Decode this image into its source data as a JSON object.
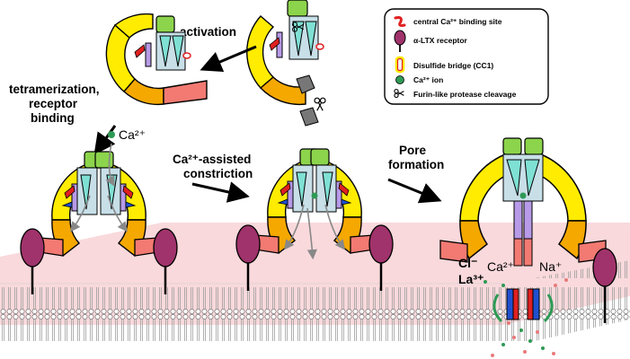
{
  "legend": {
    "items": [
      {
        "icon": "ca-binding-site-icon",
        "label": "central Ca²⁺ binding site"
      },
      {
        "icon": "receptor-icon",
        "label": "α-LTX receptor"
      },
      {
        "icon": "disulfide-bridge-icon",
        "label": "Disulfide bridge (CC1)"
      },
      {
        "icon": "ca-ion-icon",
        "label": "Ca²⁺ ion"
      },
      {
        "icon": "scissors-icon",
        "label": "Furin-like protease cleavage"
      }
    ]
  },
  "steps": {
    "activation": "activation",
    "tetramerization_line1": "tetramerization,",
    "tetramerization_line2": "receptor",
    "tetramerization_line3": "binding",
    "constriction_line1": "Ca²⁺-assisted",
    "constriction_line2": "constriction",
    "pore_line1": "Pore",
    "pore_line2": "formation"
  },
  "ions": {
    "ca_free": "Ca²⁺",
    "cl": "Cl⁻",
    "la": "La³⁺",
    "ca_pore": "Ca²⁺",
    "na": "Na⁺"
  },
  "colors": {
    "yellow": "#ffec00",
    "orange": "#f5a800",
    "salmon": "#f27a72",
    "green": "#8cd44c",
    "cyan": "#7fe0d4",
    "lavender": "#b79ae8",
    "purple_receptor": "#a0336b",
    "membrane_pink": "#f8d5d8",
    "pore_red": "#e02020",
    "pore_blue": "#2050d0",
    "ca_green": "#2e9a55"
  }
}
